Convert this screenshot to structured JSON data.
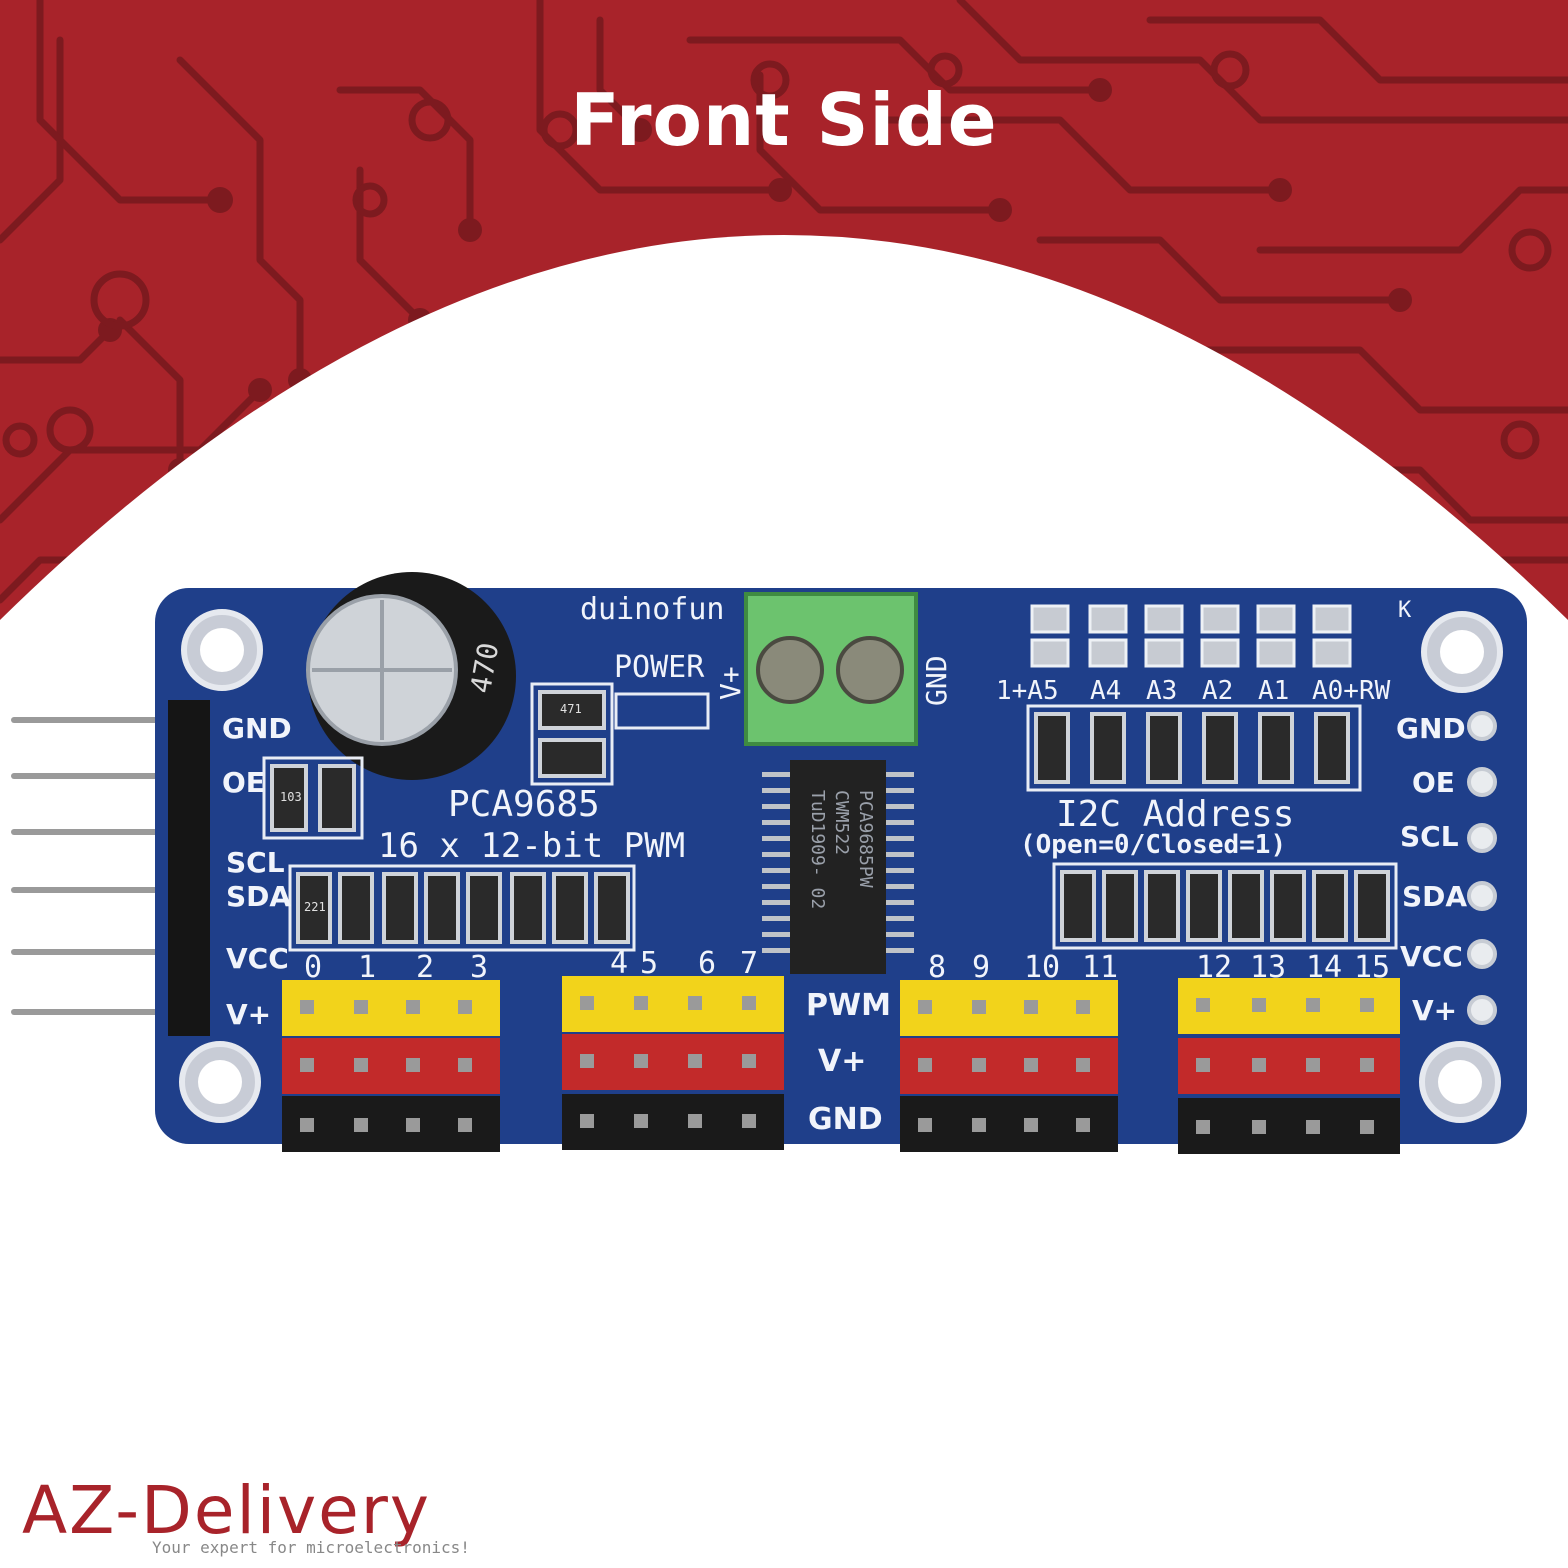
{
  "page": {
    "title": "Front Side"
  },
  "colors": {
    "background_red": "#a8232a",
    "trace_dark": "#7d1a1f",
    "pcb_blue": "#1f3f8a",
    "header_yellow": "#f2d31b",
    "header_red": "#c22a2a",
    "header_black": "#1a1a1a",
    "terminal_green": "#6cc36e"
  },
  "board": {
    "brand": "duinofun",
    "power_label": "POWER",
    "chip_label": "PCA9685",
    "pwm_subtitle": "16 x 12-bit PWM",
    "chip_marking": [
      "PCA9685PW",
      "CWM522",
      "TuD1909-  02"
    ],
    "terminal_labels": {
      "plus": "V+",
      "gnd": "GND"
    },
    "address_jumpers": [
      "1+A5",
      "A4",
      "A3",
      "A2",
      "A1",
      "A0+RW"
    ],
    "address_corner": "K",
    "i2c_title": "I2C Address",
    "i2c_subtitle": "(Open=0/Closed=1)",
    "left_pins": [
      "GND",
      "OE",
      "SCL",
      "SDA",
      "VCC",
      "V+"
    ],
    "right_pins": [
      "GND",
      "OE",
      "SCL",
      "SDA",
      "VCC",
      "V+"
    ],
    "channel_numbers": [
      "0",
      "1",
      "2",
      "3",
      "4",
      "5",
      "6",
      "7",
      "8",
      "9",
      "10",
      "11",
      "12",
      "13",
      "14",
      "15"
    ],
    "row_labels": [
      "PWM",
      "V+",
      "GND"
    ],
    "resistor_code_pullup": "103",
    "resistor_code_series": "221",
    "resistor_code_led": "471",
    "capacitor_mark": "470"
  },
  "logo": {
    "name": "AZ-Delivery",
    "tagline": "Your expert for microelectronics!"
  }
}
